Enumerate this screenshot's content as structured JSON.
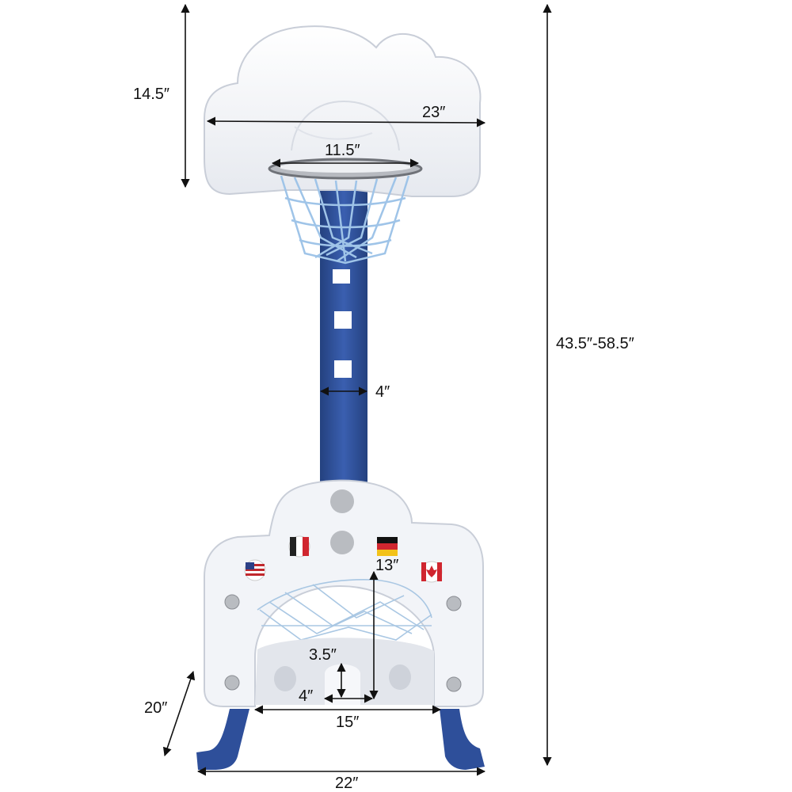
{
  "product": {
    "type": "kids basketball hoop with soccer goal",
    "backboard_shape": "cloud",
    "flags": [
      "usa-flag",
      "france-flag",
      "germany-flag",
      "canada-flag"
    ]
  },
  "dimensions": {
    "backboard_height": "14.5″",
    "backboard_width": "23″",
    "rim_diameter": "11.5″",
    "pole_width": "4″",
    "total_height": "43.5″-58.5″",
    "goal_height": "13″",
    "hole_height": "3.5″",
    "hole_width": "4″",
    "goal_width": "15″",
    "base_width": "22″",
    "base_depth": "20″"
  },
  "colors": {
    "pole_blue": "#2e4f9a",
    "board_white": "#f1f3f7",
    "net_blue": "#9fc4e8",
    "rim_gray": "#8a8d93",
    "button_gray": "#b9bcc1",
    "dimension_line": "#111111"
  }
}
